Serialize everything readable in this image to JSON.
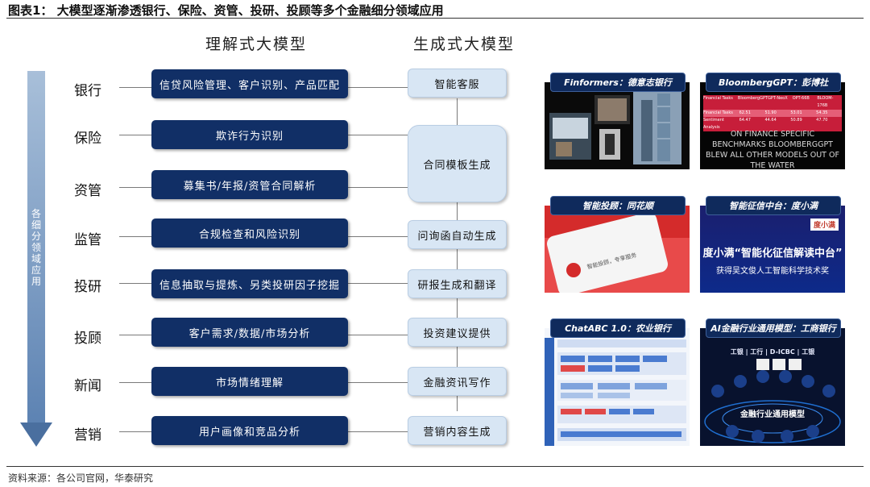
{
  "header": {
    "title": "图表1：  大模型逐渐渗透银行、保险、资管、投研、投顾等多个金融细分领域应用"
  },
  "columns": {
    "left_title": "理解式大模型",
    "right_title": "生成式大模型"
  },
  "sidebar": {
    "label": "各细分领域应用"
  },
  "rows": [
    {
      "label": "银行",
      "understanding": "信贷风险管理、客户识别、产品匹配"
    },
    {
      "label": "保险",
      "understanding": "欺诈行为识别"
    },
    {
      "label": "资管",
      "understanding": "募集书/年报/资管合同解析"
    },
    {
      "label": "监管",
      "understanding": "合规检查和风险识别"
    },
    {
      "label": "投研",
      "understanding": "信息抽取与提炼、另类投研因子挖掘"
    },
    {
      "label": "投顾",
      "understanding": "客户需求/数据/市场分析"
    },
    {
      "label": "新闻",
      "understanding": "市场情绪理解"
    },
    {
      "label": "营销",
      "understanding": "用户画像和竞品分析"
    }
  ],
  "generative": [
    "智能客服",
    "合同模板生成",
    "问询函自动生成",
    "研报生成和翻译",
    "投资建议提供",
    "金融资讯写作",
    "营销内容生成"
  ],
  "cards": [
    {
      "title": "Finformers：德意志银行"
    },
    {
      "title": "BloombergGPT：彭博社",
      "table": [
        [
          "Financial Tasks",
          "BloombergGPT",
          "GPT-NeoX",
          "OPT-66B",
          "BLOOM-176B"
        ],
        [
          "Financial Tasks",
          "62.51",
          "51.90",
          "53.01",
          "54.35"
        ],
        [
          "Sentiment Analysis",
          "64.47",
          "44.64",
          "50.89",
          "47.70"
        ]
      ],
      "caption": "ON FINANCE SPECIFIC BENCHMARKS BLOOMBERGGPT BLEW ALL OTHER MODELS OUT OF THE WATER"
    },
    {
      "title": "智能投顾：同花顺",
      "phone_text": "智能投顾，专享服务"
    },
    {
      "title": "智能征信中台：度小满",
      "logo": "度小满",
      "headline": "度小满“智能化征信解读中台”",
      "subline": "获得吴文俊人工智能科学技术奖"
    },
    {
      "title": "ChatABC 1.0：农业银行"
    },
    {
      "title": "AI金融行业通用模型：工商银行",
      "banner": "工银 | 工行 | D-ICBC | 工银",
      "center_label": "金融行业通用模型"
    }
  ],
  "source": "资料来源：各公司官网，华泰研究",
  "colors": {
    "dark_box": "#112f66",
    "light_box": "#d8e6f4",
    "arrow": "#5d83b3",
    "card_tab": "#0f2a5c"
  }
}
